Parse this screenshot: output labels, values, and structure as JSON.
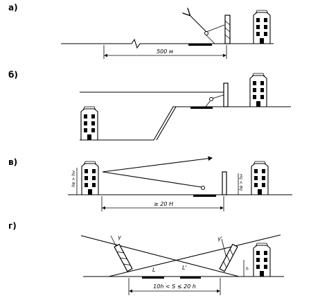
{
  "panels": [
    {
      "label": "а)",
      "dimension": "500 м"
    },
    {
      "label": "б)"
    },
    {
      "label": "в)",
      "dimension": "≥ 20 Н",
      "building_height_tag": "hв > hн"
    },
    {
      "label": "г)",
      "dimension": "10h < S ≤ 20 h",
      "angle_left": "γ",
      "angle_right": "γ'",
      "symbol_l1": "L",
      "symbol_l2": "L'",
      "symbol_h": "h"
    }
  ]
}
